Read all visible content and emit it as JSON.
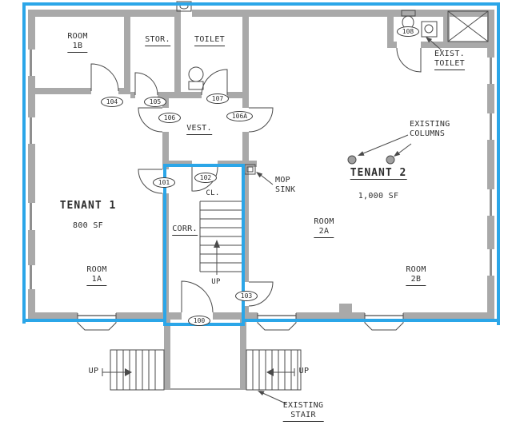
{
  "drawing": {
    "rooms": {
      "room1b": {
        "line1": "ROOM",
        "line2": "1B"
      },
      "stor": "STOR.",
      "toilet": "TOILET",
      "exist_toilet": {
        "line1": "EXIST.",
        "line2": "TOILET"
      },
      "vest": "VEST.",
      "cl": "CL.",
      "corr": "CORR.",
      "room1a": {
        "line1": "ROOM",
        "line2": "1A"
      },
      "room2a": {
        "line1": "ROOM",
        "line2": "2A"
      },
      "room2b": {
        "line1": "ROOM",
        "line2": "2B"
      },
      "tenant1": {
        "name": "TENANT 1",
        "area": "800 SF"
      },
      "tenant2": {
        "name": "TENANT 2",
        "area": "1,000 SF"
      }
    },
    "annotations": {
      "mop_sink": {
        "line1": "MOP",
        "line2": "SINK"
      },
      "existing_columns": {
        "line1": "EXISTING",
        "line2": "COLUMNS"
      },
      "existing_stair": {
        "line1": "EXISTING",
        "line2": "STAIR"
      },
      "up_interior": "UP",
      "up_left": "UP",
      "up_right": "UP"
    },
    "door_tags": [
      "100",
      "101",
      "102",
      "103",
      "104",
      "105",
      "106",
      "106A",
      "107",
      "108"
    ],
    "colors": {
      "highlight_blue": "#2ba6e8",
      "wall_gray": "#a9a9a9",
      "line_dark": "#4a4a4a"
    }
  }
}
